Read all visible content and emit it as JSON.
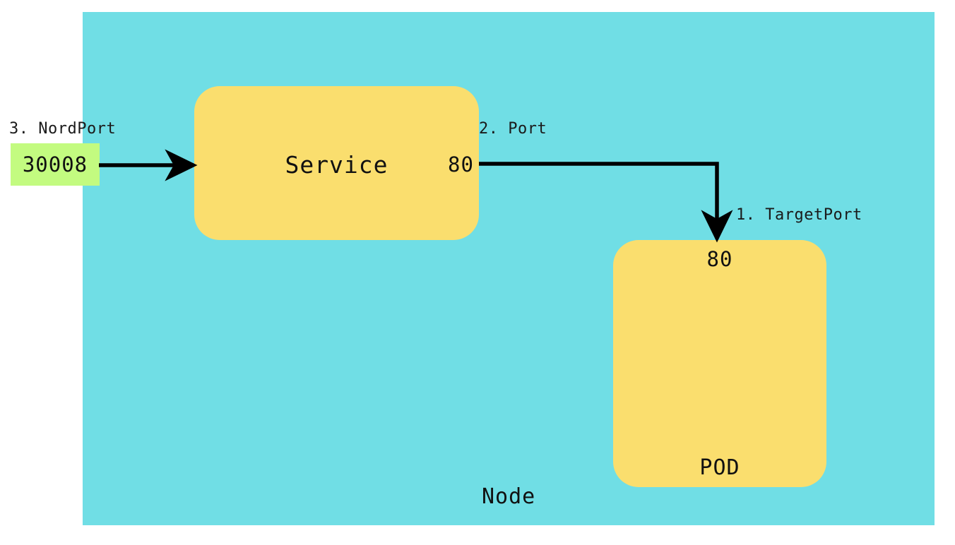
{
  "diagram": {
    "title_node": "Node",
    "node": {
      "label": "Node",
      "background_color": "#70DEE5"
    },
    "service": {
      "label": "Service",
      "port_value": "80",
      "background_color": "#FADE6E"
    },
    "pod": {
      "label": "POD",
      "target_port_value": "80",
      "background_color": "#FADE6E"
    },
    "nodeport": {
      "value": "30008",
      "badge_color": "#C3FB80"
    },
    "annotations": [
      {
        "id": "nodeport",
        "text": "3. NordPort"
      },
      {
        "id": "port",
        "text": "2. Port"
      },
      {
        "id": "targetport",
        "text": "1. TargetPort"
      }
    ],
    "connectors": [
      {
        "id": "nodeport-to-service",
        "from": "nodeport-badge",
        "to": "service-box",
        "style": "straight-arrow"
      },
      {
        "id": "service-to-pod",
        "from": "service-port",
        "to": "pod-target-port",
        "style": "elbow-arrow"
      }
    ],
    "colors": {
      "node_background": "#70DEE5",
      "box_fill": "#FADE6E",
      "badge_fill": "#C3FB80",
      "stroke": "#000000",
      "text": "#111111",
      "page_background": "#FFFFFF"
    }
  }
}
